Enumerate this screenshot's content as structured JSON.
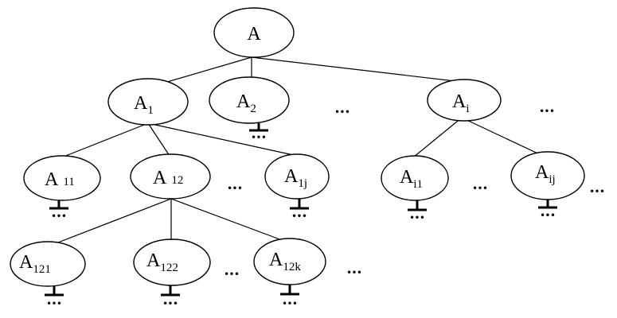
{
  "tree": {
    "root": {
      "base": "A",
      "sub": ""
    },
    "level1": [
      {
        "id": "A1",
        "base": "A",
        "sub": "1"
      },
      {
        "id": "A2",
        "base": "A",
        "sub": "2"
      },
      {
        "id": "Ai",
        "base": "A",
        "sub": "i"
      }
    ],
    "level2": [
      {
        "id": "A11",
        "base": "A",
        "sub": "11"
      },
      {
        "id": "A12",
        "base": "A",
        "sub": "12"
      },
      {
        "id": "A1j",
        "base": "A",
        "sub": "1j"
      },
      {
        "id": "Ai1",
        "base": "A",
        "sub": "i1"
      },
      {
        "id": "Aij",
        "base": "A",
        "sub": "ij"
      }
    ],
    "level3": [
      {
        "id": "A121",
        "base": "A",
        "sub": "121"
      },
      {
        "id": "A122",
        "base": "A",
        "sub": "122"
      },
      {
        "id": "A12k",
        "base": "A",
        "sub": "12k"
      }
    ],
    "ellipsis": "•••"
  }
}
